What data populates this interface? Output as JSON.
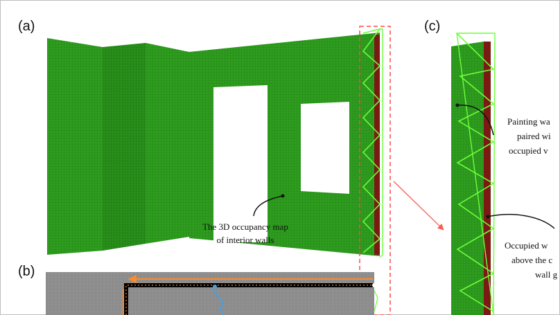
{
  "panels": {
    "a": "(a)",
    "b": "(b)",
    "c": "(c)"
  },
  "annotations": {
    "occupancy_line1": "The 3D occupancy map",
    "occupancy_line2": "of interior walls",
    "painting_line1": "Painting wa",
    "painting_line2": "paired wi",
    "painting_line3": "occupied v",
    "occupied_line1": "Occupied w",
    "occupied_line2": "above the c",
    "occupied_line3": "wall g"
  },
  "colors": {
    "wall_green": "#2e9d1f",
    "wall_green_dark": "#248417",
    "occupied_wall": "#7a1a12",
    "trajectory": "#6cff3a",
    "highlight_box": "#ff4a4a",
    "path_orange": "#ff8a2a",
    "path_blue": "#4a9fdc",
    "floor_gray": "#8c8c8c",
    "frame_gray": "#bdbdbd"
  }
}
